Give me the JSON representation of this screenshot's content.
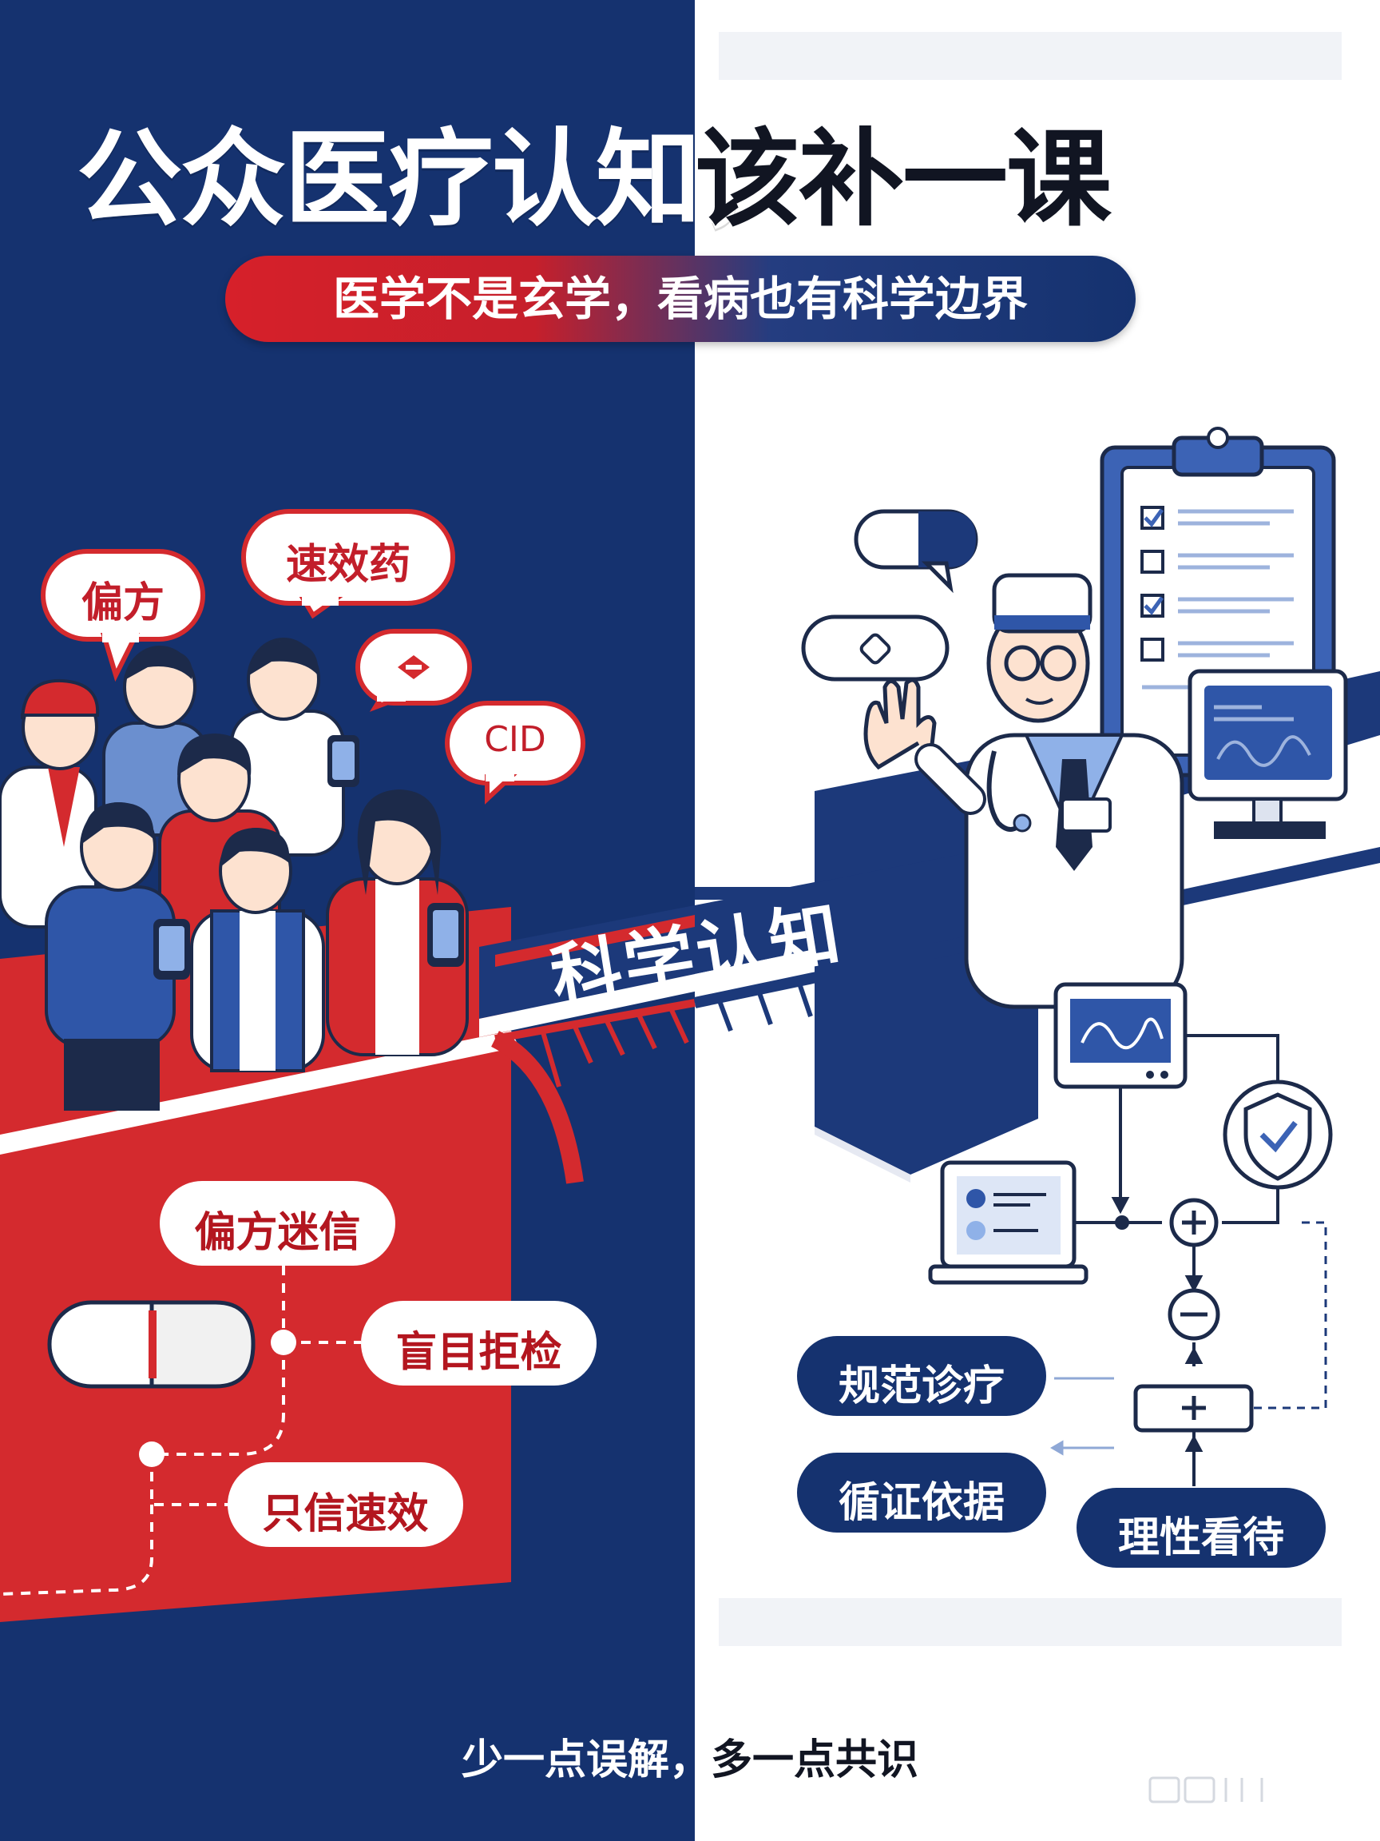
{
  "headline": {
    "left_part": "公众医疗认知，",
    "right_part": "该补一课"
  },
  "subtitle": "医学不是玄学，看病也有科学边界",
  "left_bubbles": {
    "b1": "偏方",
    "b2": "速效药",
    "b3": "CID"
  },
  "bridge_label": "科学认知",
  "left_myths": {
    "m1": "偏方迷信",
    "m2": "盲目拒检",
    "m3": "只信速效"
  },
  "right_principles": {
    "p1": "规范诊疗",
    "p2": "循证依据",
    "p3": "理性看待"
  },
  "footer": {
    "left_part": "少一点误解，",
    "right_part": "多一点共识"
  },
  "colors": {
    "navy": "#15326f",
    "red": "#d42a2e",
    "white": "#ffffff",
    "ink": "#111522"
  },
  "icons": [
    "speech-bubble-icon",
    "phone-icon",
    "clipboard-icon",
    "checkbox-icon",
    "monitor-icon",
    "shield-check-icon",
    "laptop-icon",
    "plus-icon",
    "minus-icon",
    "pill-capsule-icon",
    "stethoscope-icon"
  ]
}
